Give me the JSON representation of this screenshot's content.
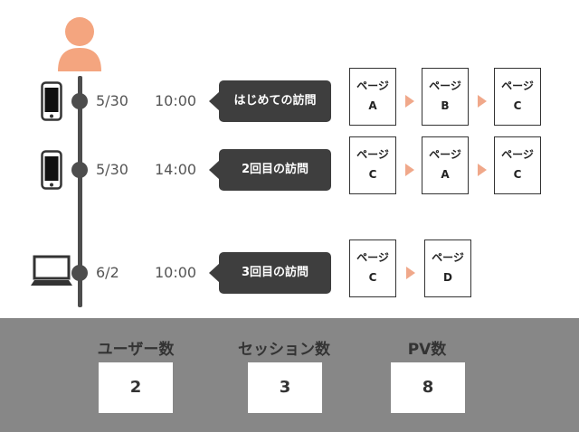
{
  "visits": [
    {
      "device": "smartphone",
      "date": "5/30",
      "time": "10:00",
      "label": "はじめての訪問",
      "pages": [
        {
          "label": "ページ",
          "id": "A"
        },
        {
          "label": "ページ",
          "id": "B"
        },
        {
          "label": "ページ",
          "id": "C"
        }
      ]
    },
    {
      "device": "smartphone",
      "date": "5/30",
      "time": "14:00",
      "label": "2回目の訪問",
      "pages": [
        {
          "label": "ページ",
          "id": "C"
        },
        {
          "label": "ページ",
          "id": "A"
        },
        {
          "label": "ページ",
          "id": "C"
        }
      ]
    },
    {
      "device": "laptop",
      "date": "6/2",
      "time": "10:00",
      "label": "3回目の訪問",
      "pages": [
        {
          "label": "ページ",
          "id": "C"
        },
        {
          "label": "ページ",
          "id": "D"
        }
      ]
    }
  ],
  "metrics": [
    {
      "label": "ユーザー数",
      "value": "2"
    },
    {
      "label": "セッション数",
      "value": "3"
    },
    {
      "label": "PV数",
      "value": "8"
    }
  ],
  "colors": {
    "user_icon": "#f4a57f",
    "arrow": "#f0a88a",
    "timeline": "#4d4d4d",
    "bubble": "#3e3e3e",
    "footer": "#878787"
  },
  "icons": {
    "user": "person-icon",
    "smartphone": "smartphone-icon",
    "laptop": "laptop-icon"
  }
}
